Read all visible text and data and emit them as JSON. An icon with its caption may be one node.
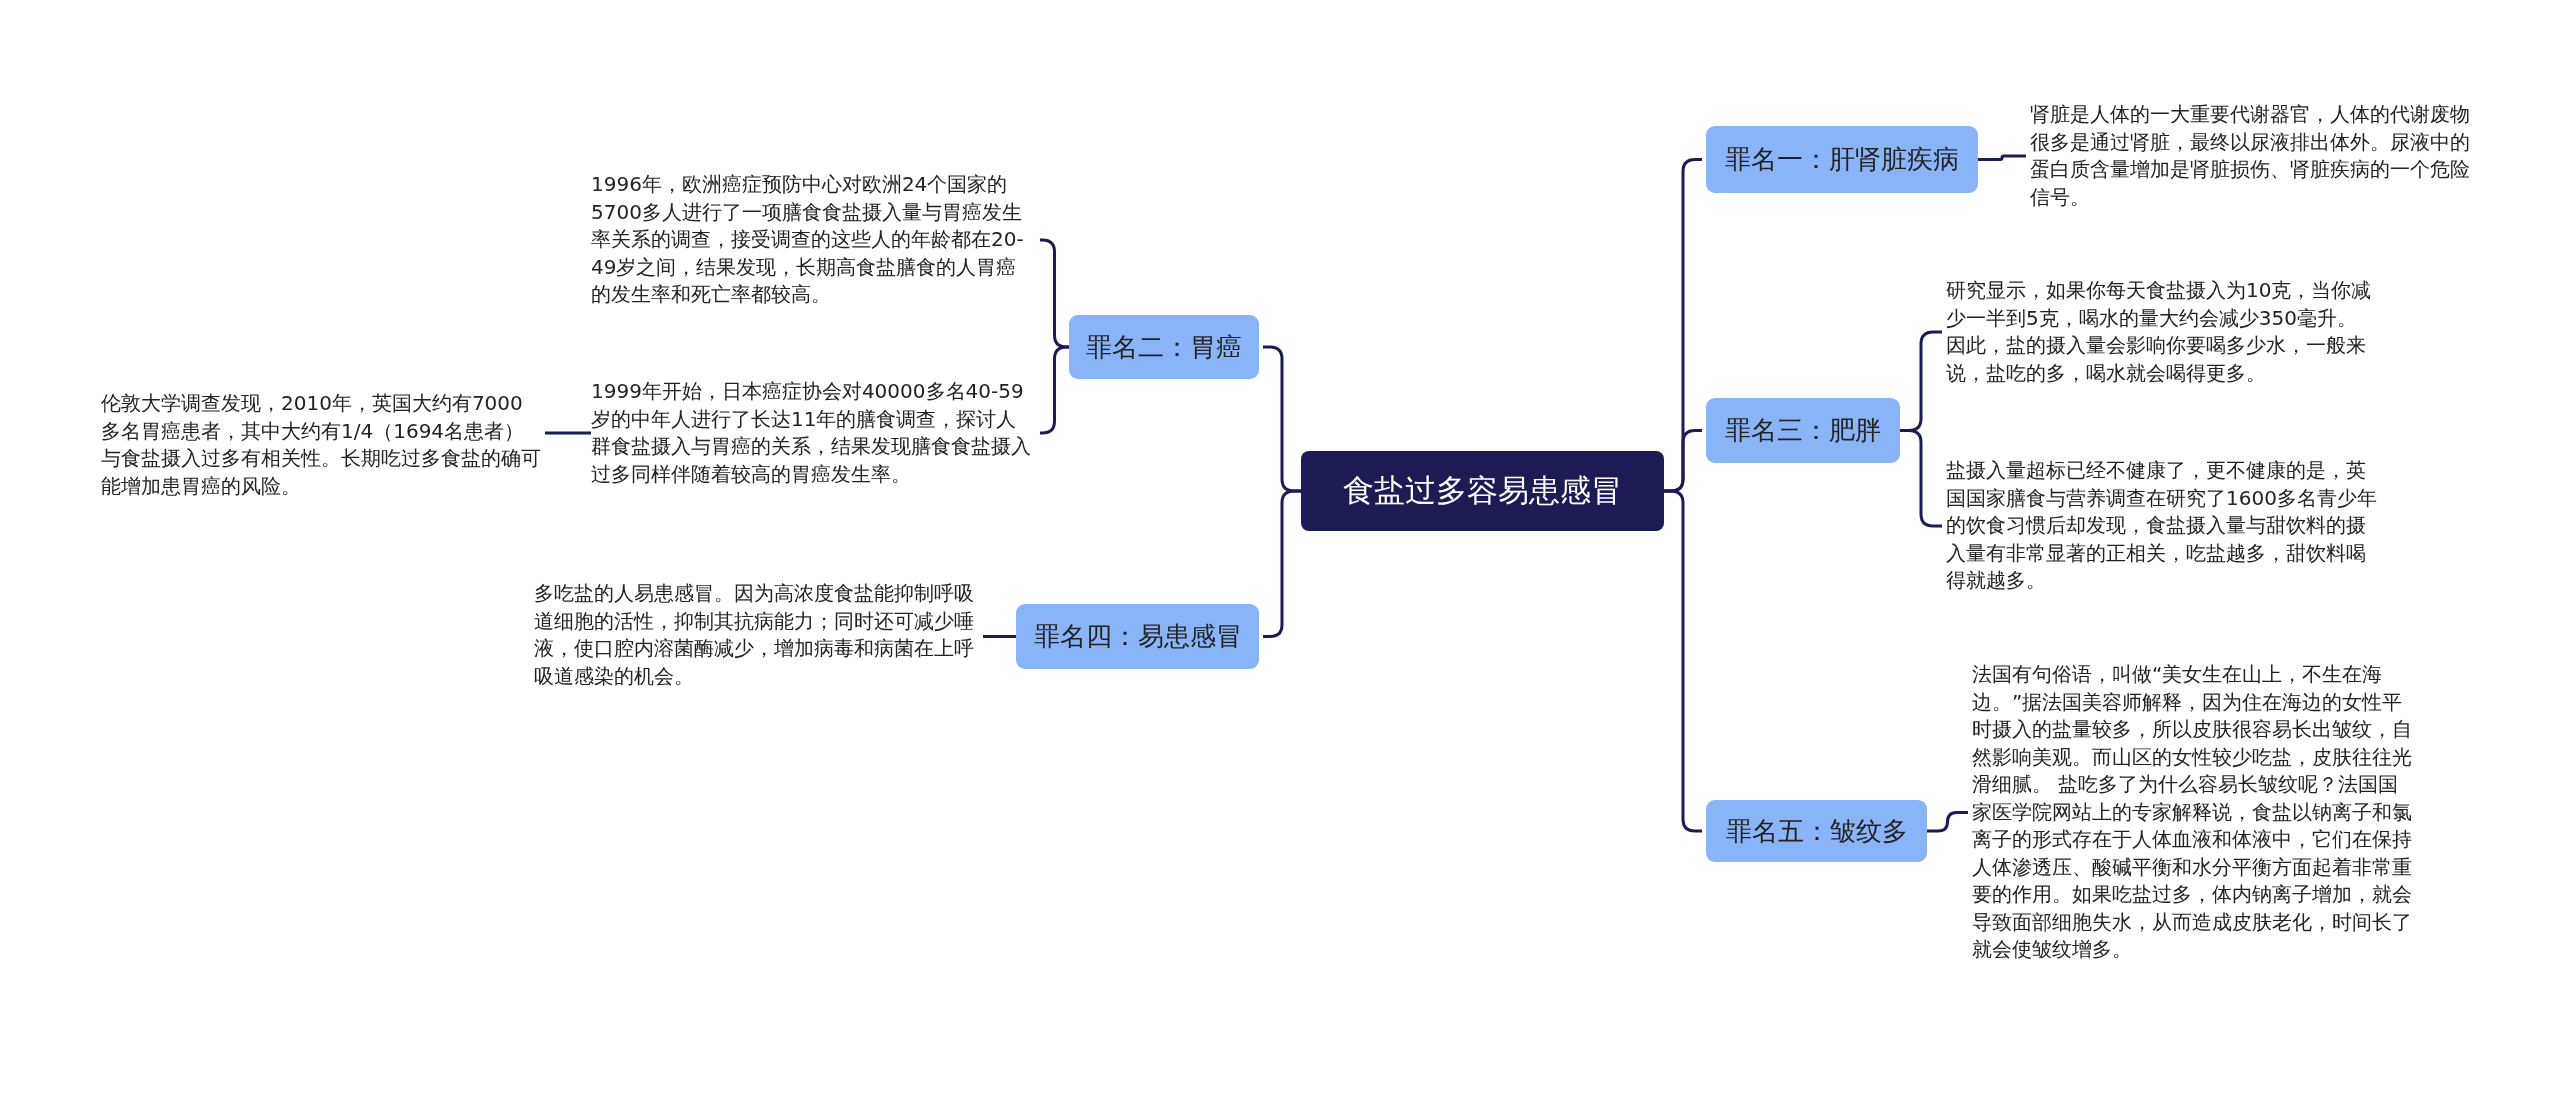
{
  "diagram": {
    "nodes": [
      {
        "text": [
          "食盐过多容易患感冒"
        ]
      },
      {
        "text": [
          "罪名二：胃癌"
        ]
      },
      {
        "text": [
          "1996年，欧洲癌症预防中心对欧洲24个国家的5700多人进行了一项膳食食盐摄入量与胃癌发生率关系的调查，接受调查的这些人的年龄都在20-49岁之间，结果发现，长期高食盐膳食的人胃癌的发生率和死亡率都较高。"
        ]
      },
      {
        "text": [
          "1999年开始，日本癌症协会对40000多名40-59岁的中年人进行了长达11年的膳食调查，探讨人群食盐摄入与胃癌的关系，结果发现膳食食盐摄入过多同样伴随着较高的胃癌发生率。"
        ]
      },
      {
        "text": [
          "伦敦大学调查发现，2010年，英国大约有7000多名胃癌患者，其中大约有1/4（1694名患者）与食盐摄入过多有相关性。长期吃过多食盐的确可能增加患胃癌的风险。"
        ]
      },
      {
        "text": [
          "罪名四：易患感冒"
        ]
      },
      {
        "text": [
          "多吃盐的人易患感冒。因为高浓度食盐能抑制呼吸道细胞的活性，抑制其抗病能力；同时还可减少唾液，使口腔内溶菌酶减少，增加病毒和病菌在上呼吸道感染的机会。"
        ]
      },
      {
        "text": [
          "罪名一：肝肾脏疾病"
        ]
      },
      {
        "text": [
          "肾脏是人体的一大重要代谢器官，人体的代谢废物很多是通过肾脏，最终以尿液排出体外。尿液中的蛋白质含量增加是肾脏损伤、肾脏疾病的一个危险信号。"
        ]
      },
      {
        "text": [
          "罪名三：肥胖"
        ]
      },
      {
        "text": [
          "研究显示，如果你每天食盐摄入为10克，当你减少一半到5克，喝水的量大约会减少350毫升。因此，盐的摄入量会影响你要喝多少水，一般来说，盐吃的多，喝水就会喝得更多。"
        ]
      },
      {
        "text": [
          "盐摄入量超标已经不健康了，更不健康的是，英国国家膳食与营养调查在研究了1600多名青少年的饮食习惯后却发现，食盐摄入量与甜饮料的摄入量有非常显著的正相关，吃盐越多，甜饮料喝得就越多。"
        ]
      },
      {
        "text": [
          "罪名五：皱纹多"
        ]
      },
      {
        "text": [
          "法国有句俗语，叫做“美女生在山上，不生在海边。”据法国美容师解释，因为住在海边的女性平时摄入的盐量较多，所以皮肤很容易长出皱纹，自然影响美观。而山区的女性较少吃盐，皮肤往往光滑细腻。 盐吃多了为什么容易长皱纹呢？法国国家医学院网站上的专家解释说，食盐以钠离子和氯离子的形式存在于人体血液和体液中，它们在保持人体渗透压、酸碱平衡和水分平衡方面起着非常重要的作用。如果吃盐过多，体内钠离子增加，就会导致面部细胞失水，从而造成皮肤老化，时间长了就会使皱纹增多。"
        ]
      }
    ],
    "edges": [
      {
        "from": 0,
        "to": 1,
        "arrow": "none"
      },
      {
        "from": 1,
        "to": 2,
        "arrow": "none"
      },
      {
        "from": 1,
        "to": 3,
        "arrow": "none"
      },
      {
        "from": 3,
        "to": 4,
        "arrow": "none"
      },
      {
        "from": 0,
        "to": 5,
        "arrow": "none"
      },
      {
        "from": 5,
        "to": 6,
        "arrow": "none"
      },
      {
        "from": 0,
        "to": 7,
        "arrow": "none"
      },
      {
        "from": 7,
        "to": 8,
        "arrow": "none"
      },
      {
        "from": 0,
        "to": 9,
        "arrow": "none"
      },
      {
        "from": 9,
        "to": 10,
        "arrow": "none"
      },
      {
        "from": 9,
        "to": 11,
        "arrow": "none"
      },
      {
        "from": 0,
        "to": 12,
        "arrow": "none"
      },
      {
        "from": 12,
        "to": 13,
        "arrow": "none"
      }
    ]
  }
}
